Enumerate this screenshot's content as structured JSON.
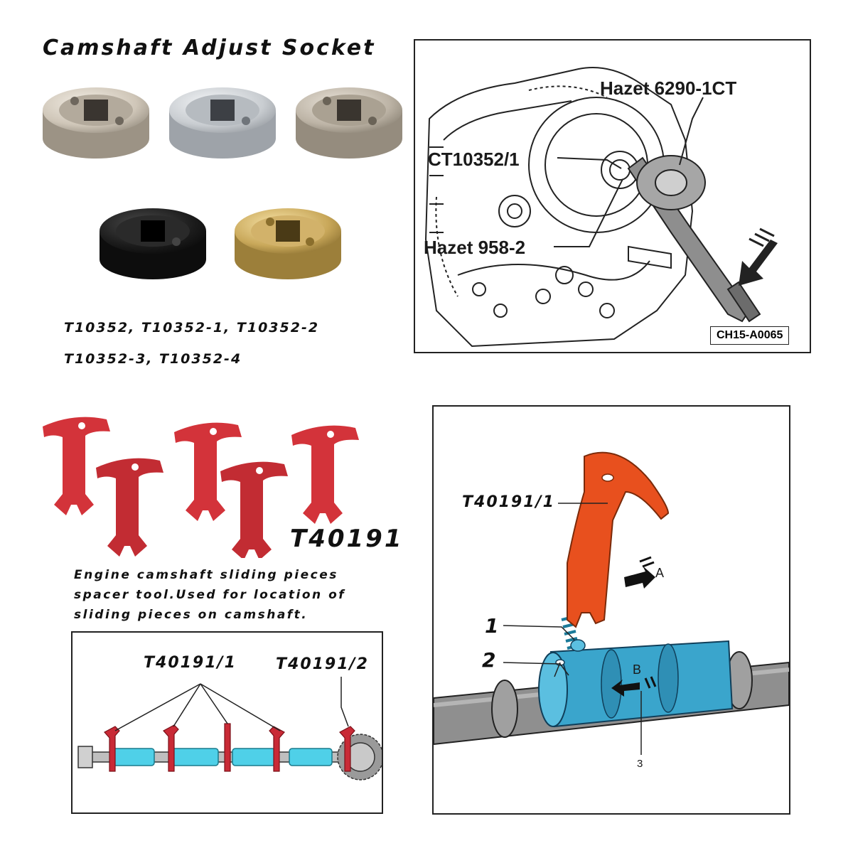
{
  "sockets": {
    "title": "Camshaft Adjust Socket",
    "codes_line1": "T10352, T10352-1, T10352-2",
    "codes_line2": "T10352-3, T10352-4",
    "items": [
      {
        "finish": "nickel",
        "color": "#cfc6b8"
      },
      {
        "finish": "silver",
        "color": "#c9cdd1"
      },
      {
        "finish": "steel",
        "color": "#bdb4a6"
      },
      {
        "finish": "black",
        "color": "#1c1c1c"
      },
      {
        "finish": "gold",
        "color": "#c9a85a"
      }
    ]
  },
  "wrench_diagram": {
    "label_hazet_6290": "Hazet 6290-1CT",
    "label_ct10352": "CT10352/1",
    "label_hazet_958": "Hazet 958-2",
    "code": "CH15-A0065"
  },
  "spacer": {
    "part_no": "T40191",
    "description_line1": "Engine camshaft sliding pieces",
    "description_line2": "spacer tool.Used for location of",
    "description_line3": "sliding pieces on camshaft.",
    "color": "#d3333a"
  },
  "camshaft_diagram": {
    "label_1": "T40191/1",
    "label_2": "T40191/2"
  },
  "install_diagram": {
    "label_tool": "T40191/1",
    "label_a": "A",
    "label_b": "B",
    "num_1": "1",
    "num_2": "2",
    "num_3": "3",
    "tool_color": "#e8501e",
    "slider_color": "#3aa5cc"
  }
}
